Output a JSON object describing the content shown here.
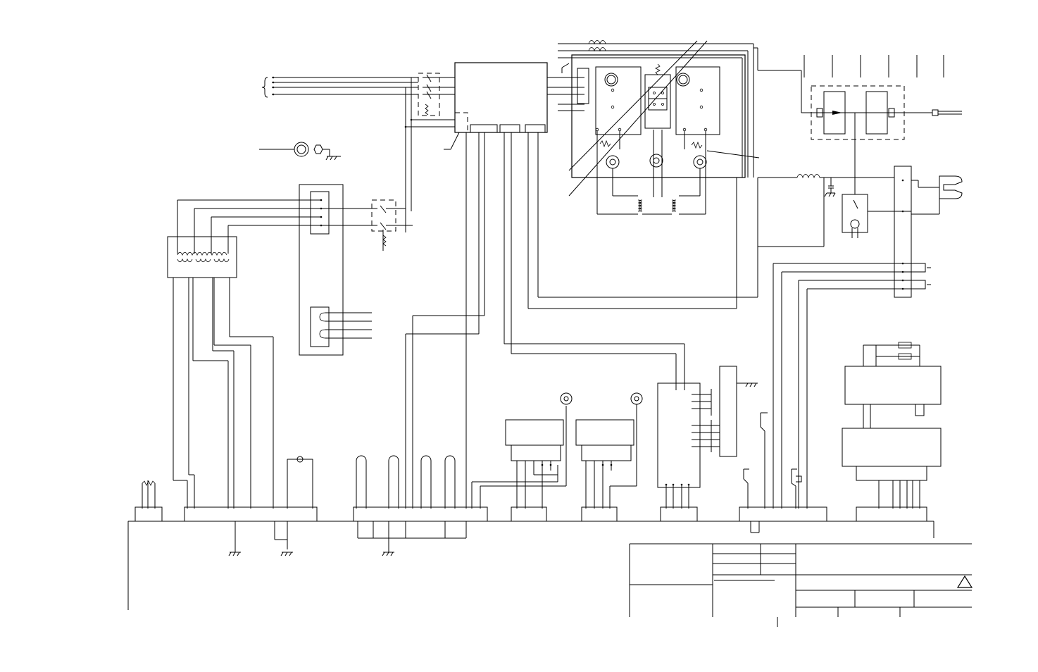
{
  "diagram": {
    "line_color": "#000000",
    "background": "#ffffff",
    "components": [
      {
        "id": "main-control-board",
        "icon": "block"
      },
      {
        "id": "inverter-module",
        "icon": "block"
      },
      {
        "id": "gas-solenoid-circuit",
        "icon": "block"
      },
      {
        "id": "input-power-switch",
        "icon": "switch"
      },
      {
        "id": "auxiliary-transformer",
        "icon": "transformer"
      },
      {
        "id": "terminal-strip",
        "icon": "terminal"
      },
      {
        "id": "output-connector",
        "icon": "connector"
      },
      {
        "id": "ground-terminal",
        "icon": "ground"
      }
    ],
    "title_block": {
      "warning_icon": "warning-triangle-icon"
    }
  }
}
